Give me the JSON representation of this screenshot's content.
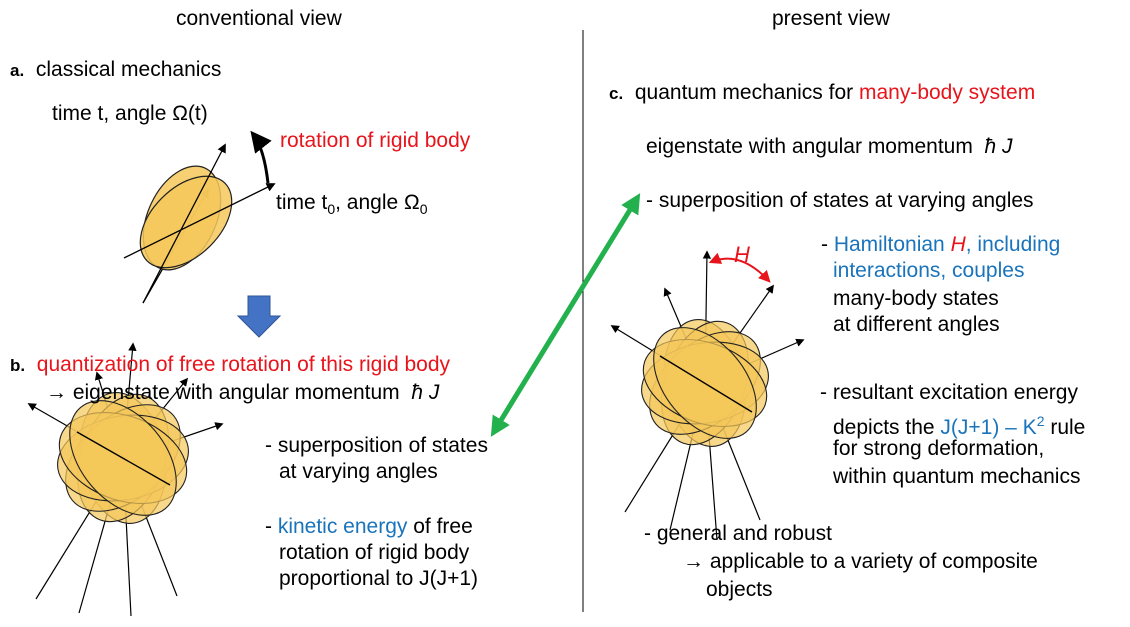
{
  "headers": {
    "left": "conventional view",
    "right": "present view"
  },
  "colors": {
    "red": "#e8141b",
    "blue": "#1a74bb",
    "green": "#22b14c",
    "ellipse_fill": "#f5c85a",
    "down_arrow": "#4472c4"
  },
  "section_a": {
    "letter": "a.",
    "title": "classical mechanics",
    "label_time_t": "time t, angle Ω(t)",
    "rotation_label": "rotation of rigid body",
    "label_time_t0_prefix": "time t",
    "label_time_t0_sub": "0",
    "label_time_t0_mid": ", angle Ω",
    "label_time_t0_sub2": "0"
  },
  "section_b": {
    "letter": "b.",
    "title": "quantization of free rotation of this rigid body",
    "line2_prefix": "→ eigenstate with angular momentum",
    "hbar_j": "ħ J",
    "bullet1_line1": "- superposition of states",
    "bullet1_line2": "at varying angles",
    "bullet2_highlight": "kinetic energy",
    "bullet2_dash": "- ",
    "bullet2_rest": " of free",
    "bullet2_line2": "rotation of rigid body",
    "bullet2_line3": "proportional to J(J+1)"
  },
  "section_c": {
    "letter": "c.",
    "title_prefix": "quantum mechanics for ",
    "title_highlight": "many-body system",
    "eigenstate_prefix": "eigenstate with angular momentum",
    "hbar_j": "ħ J",
    "superposition": "- superposition of states at varying angles",
    "h_label": "H",
    "ham_dash": "- ",
    "ham_blue1": "Hamiltonian ",
    "ham_red_h": "H",
    "ham_blue2": ", including",
    "ham_line2": "interactions, couples",
    "ham_line3": "many-body states",
    "ham_line4": "at different angles",
    "res_line1": "- resultant excitation energy",
    "res_line2_prefix": "depicts the ",
    "res_rule_blue": "J(J+1) – K",
    "res_rule_sup": "2",
    "res_line2_suffix": " rule",
    "res_line3": "for strong deformation,",
    "res_line4": "within quantum mechanics",
    "general_line1": "- general and robust",
    "general_line2": "→ applicable to a variety of composite",
    "general_line3": "objects"
  }
}
